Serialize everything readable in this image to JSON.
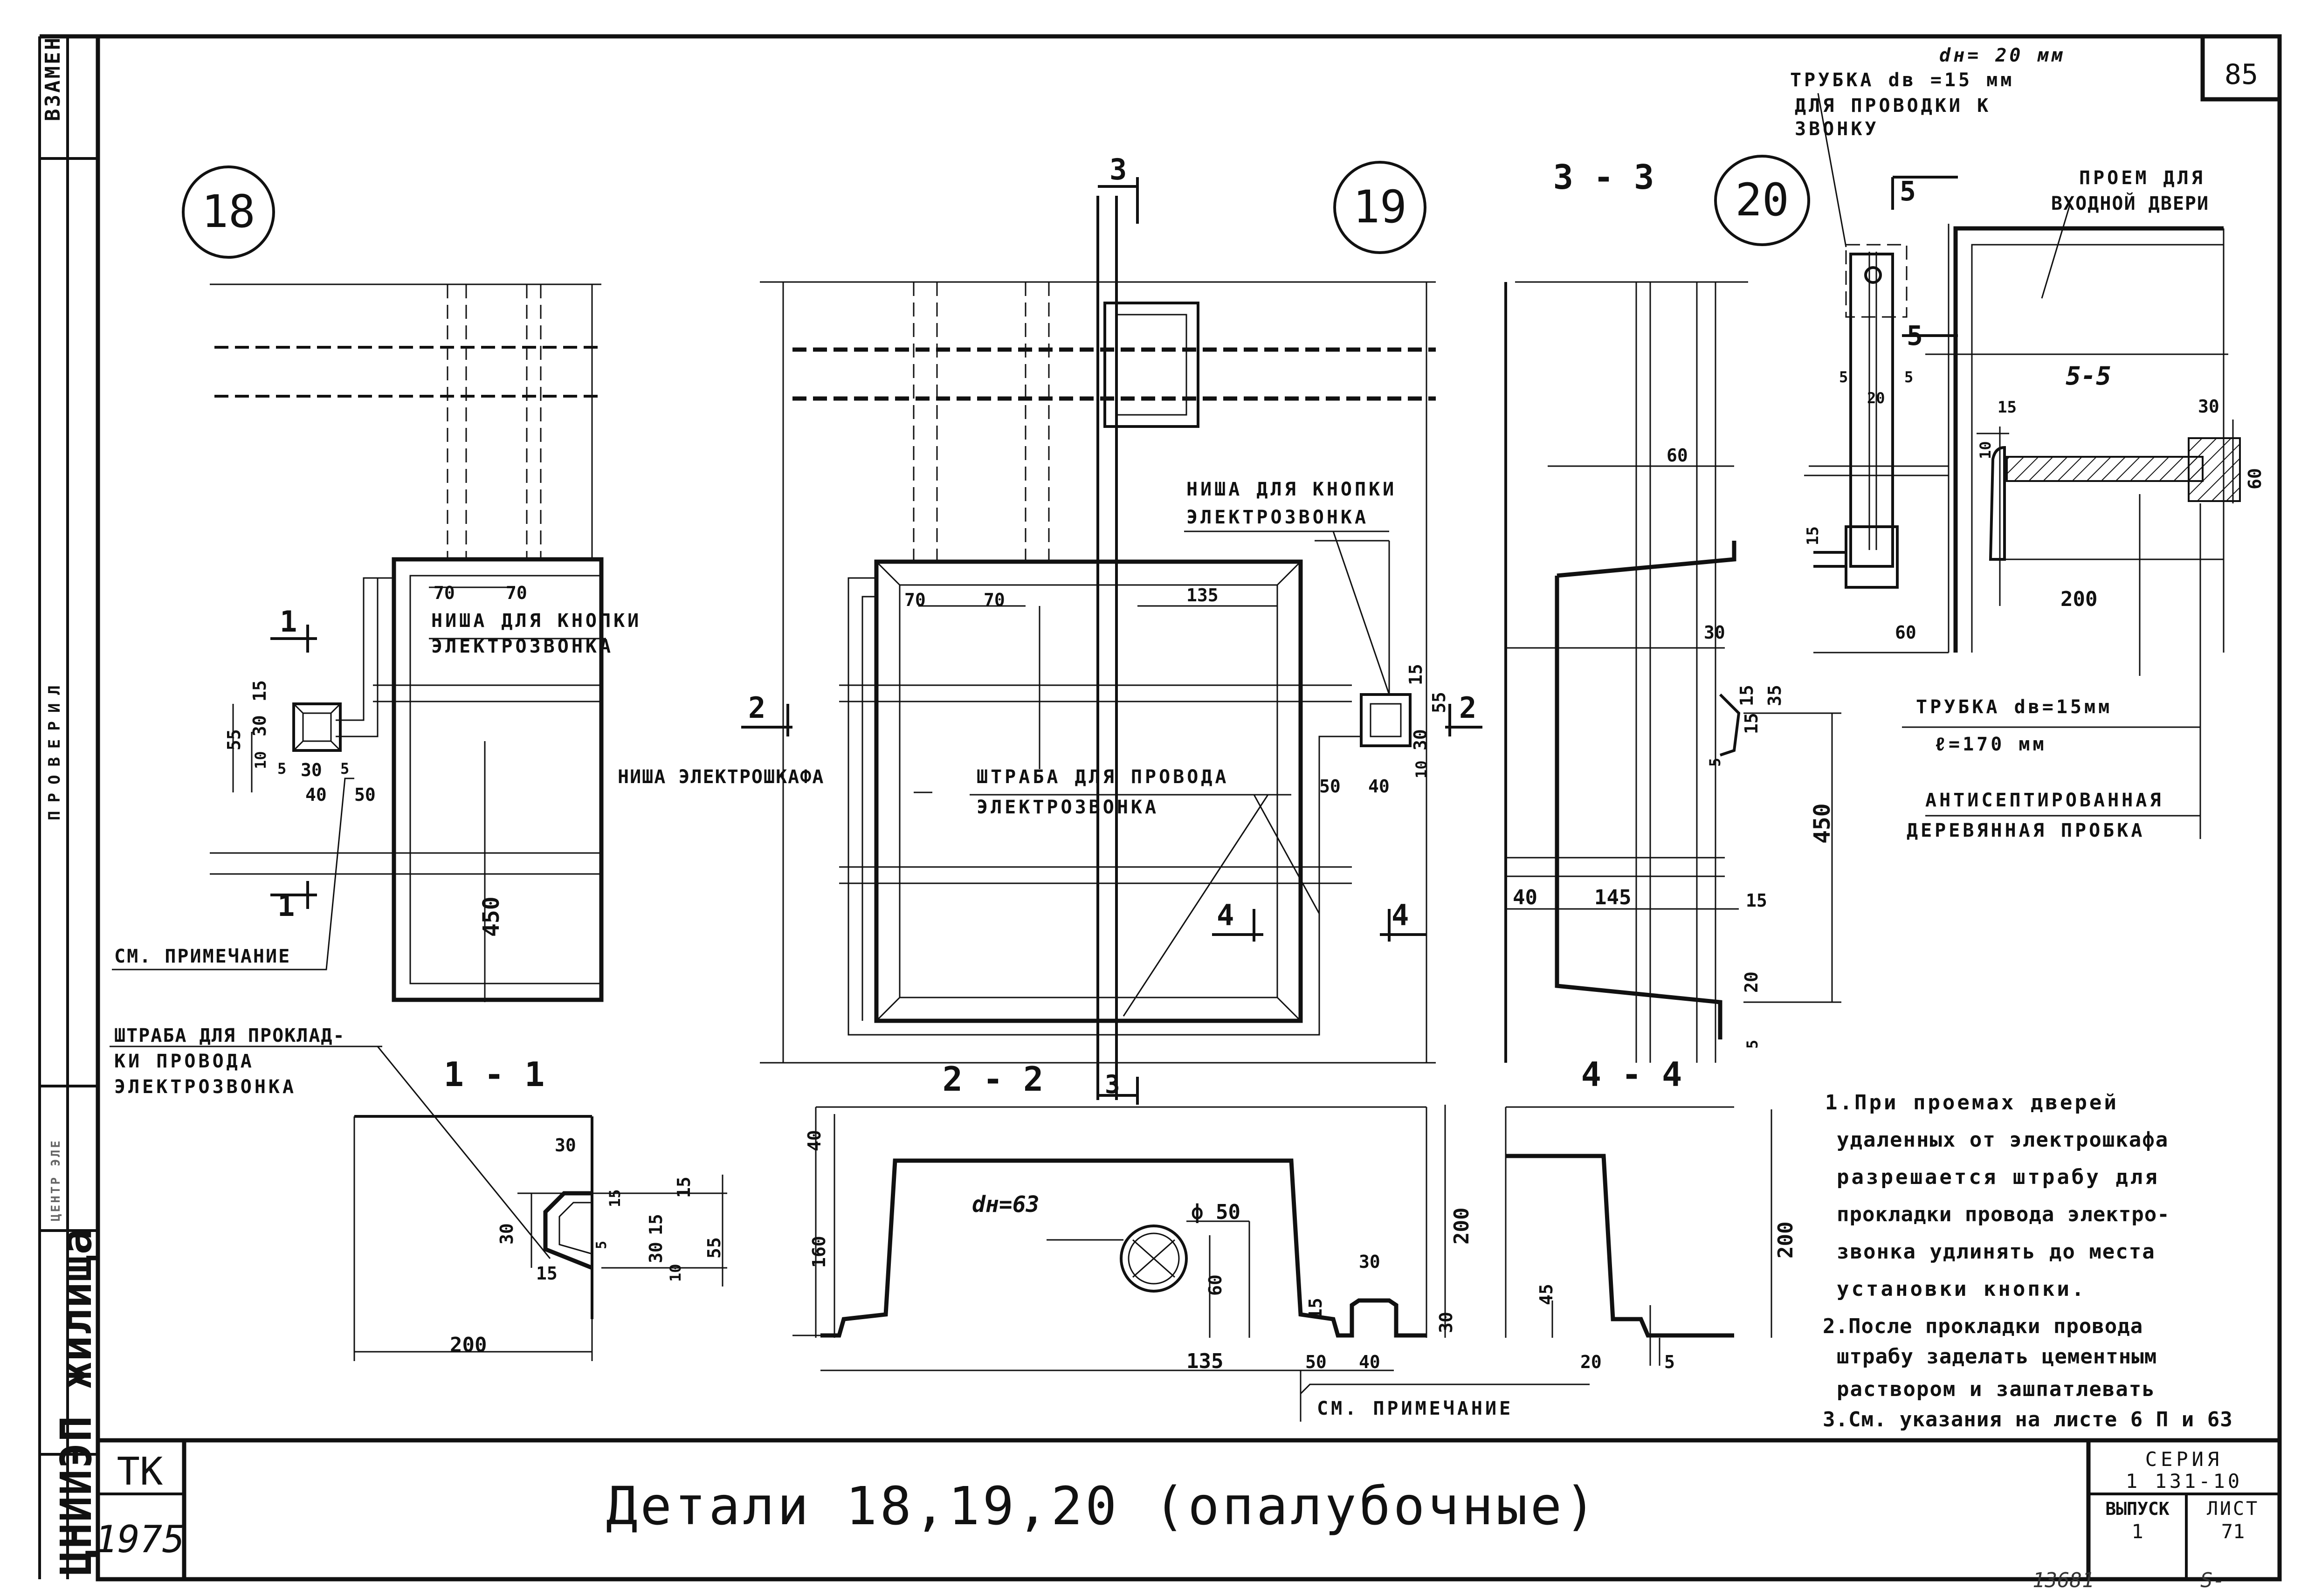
{
  "page_number": "85",
  "side_stamps": {
    "vzamen": "ВЗАМЕН",
    "provereno": "ПРОВЕРИЛ",
    "faint": "ЦЕНТР ЭЛЕ",
    "institute": "ЦНИИЭП жилища"
  },
  "details": {
    "d18": "18",
    "d19": "19",
    "d20": "20"
  },
  "sections": {
    "s33": "3 - 3",
    "s11": "1 - 1",
    "s22": "2 - 2",
    "s44": "4 - 4",
    "s55": "5-5",
    "m3a": "3",
    "m3b": "3",
    "m1a": "1",
    "m1b": "1",
    "m2a": "2",
    "m2b": "2",
    "m4a": "4",
    "m4b": "4",
    "m5a": "5",
    "m5b": "5"
  },
  "labels": {
    "niche_button_18": [
      "НИША ДЛЯ КНОПКИ",
      "ЭЛЕКТРОЗВОНКА"
    ],
    "niche_button_19": [
      "НИША ДЛЯ КНОПКИ",
      "ЭЛЕКТРОЗВОНКА"
    ],
    "niche_cabinet": "НИША ЭЛЕКТРОШКАФА",
    "groove_wire_19": [
      "ШТРАБА ДЛЯ ПРОВОДА",
      "ЭЛЕКТРОЗВОНКА"
    ],
    "see_note_1": "СМ. ПРИМЕЧАНИЕ",
    "groove_left": [
      "ШТРАБА ДЛЯ ПРОКЛАД-",
      "КИ ПРОВОДА",
      "ЭЛЕКТРОЗВОНКА"
    ],
    "see_note_2": "СМ. ПРИМЕЧАНИЕ",
    "tube_top": [
      "dн= 20 мм",
      "ТРУБКА dв =15 мм",
      "ДЛЯ ПРОВОДКИ К",
      "ЗВОНКУ"
    ],
    "door_opening": [
      "ПРОЕМ ДЛЯ",
      "ВХОДНОЙ ДВЕРИ"
    ],
    "tube_bottom": [
      "ТРУБКА dв=15мм",
      "ℓ=170 мм"
    ],
    "plug": [
      "АНТИСЕПТИРОВАННАЯ",
      "ДЕРЕВЯННАЯ ПРОБКА"
    ],
    "dn63": "dн=63",
    "phi50": "ф 50"
  },
  "dims": {
    "d18_70a": "70",
    "d18_70b": "70",
    "d18_450": "450",
    "d18_55": "55",
    "d18_15": "15",
    "d18_30": "30",
    "d18_10": "10",
    "d18_5a": "5",
    "d18_30b": "30",
    "d18_5b": "5",
    "d18_40": "40",
    "d18_50": "50",
    "d19_70a": "70",
    "d19_70b": "70",
    "d19_135": "135",
    "d19_15": "15",
    "d19_55": "55",
    "d19_30": "30",
    "d19_10": "10",
    "d19_50": "50",
    "d19_40": "40",
    "d33_60": "60",
    "d33_30": "30",
    "d33_15a": "15",
    "d33_35": "35",
    "d33_15b": "15",
    "d33_5a": "5",
    "d33_450": "450",
    "d33_40": "40",
    "d33_145": "145",
    "d33_15c": "15",
    "d33_20": "20",
    "d33_5b": "5",
    "d20_5a": "5",
    "d20_5b": "5",
    "d20_20": "20",
    "d20_15": "15",
    "d20_60": "60",
    "d55_15": "15",
    "d55_10": "10",
    "d55_30": "30",
    "d55_60": "60",
    "d55_200": "200",
    "d11_30a": "30",
    "d11_30b": "30",
    "d11_15a": "15",
    "d11_5": "5",
    "d11_15b": "15",
    "d11_30c": "30",
    "d11_10": "10",
    "d11_15c": "15",
    "d11_55": "55",
    "d11_15d": "15",
    "d11_200": "200",
    "d22_40": "40",
    "d22_160": "160",
    "d22_60": "60",
    "d22_135": "135",
    "d22_50": "50",
    "d22_40b": "40",
    "d22_15": "15",
    "d22_30a": "30",
    "d22_30b": "30",
    "d22_200": "200",
    "d44_45": "45",
    "d44_20": "20",
    "d44_5": "5",
    "d44_200": "200"
  },
  "notes": [
    "1.При проемах дверей",
    "удаленных от электрошкафа",
    "разрешается штрабу для",
    "прокладки провода электро-",
    "звонка удлинять до места",
    "установки кнопки.",
    "2.После прокладки провода",
    "штрабу заделать цементным",
    "раствором и зашпатлевать",
    "3.См. указания на листе 6 П и 63"
  ],
  "title_block": {
    "tk": "ТК",
    "year": "1975",
    "title": "Детали 18,19,20 (опалубочные)",
    "series_label": "СЕРИЯ",
    "series_value": "1 131-10",
    "issue_label": "ВЫПУСК",
    "issue_value": "1",
    "sheet_label": "ЛИСТ",
    "sheet_value": "71"
  },
  "handwritten": {
    "left": "13681",
    "right": "S-"
  }
}
